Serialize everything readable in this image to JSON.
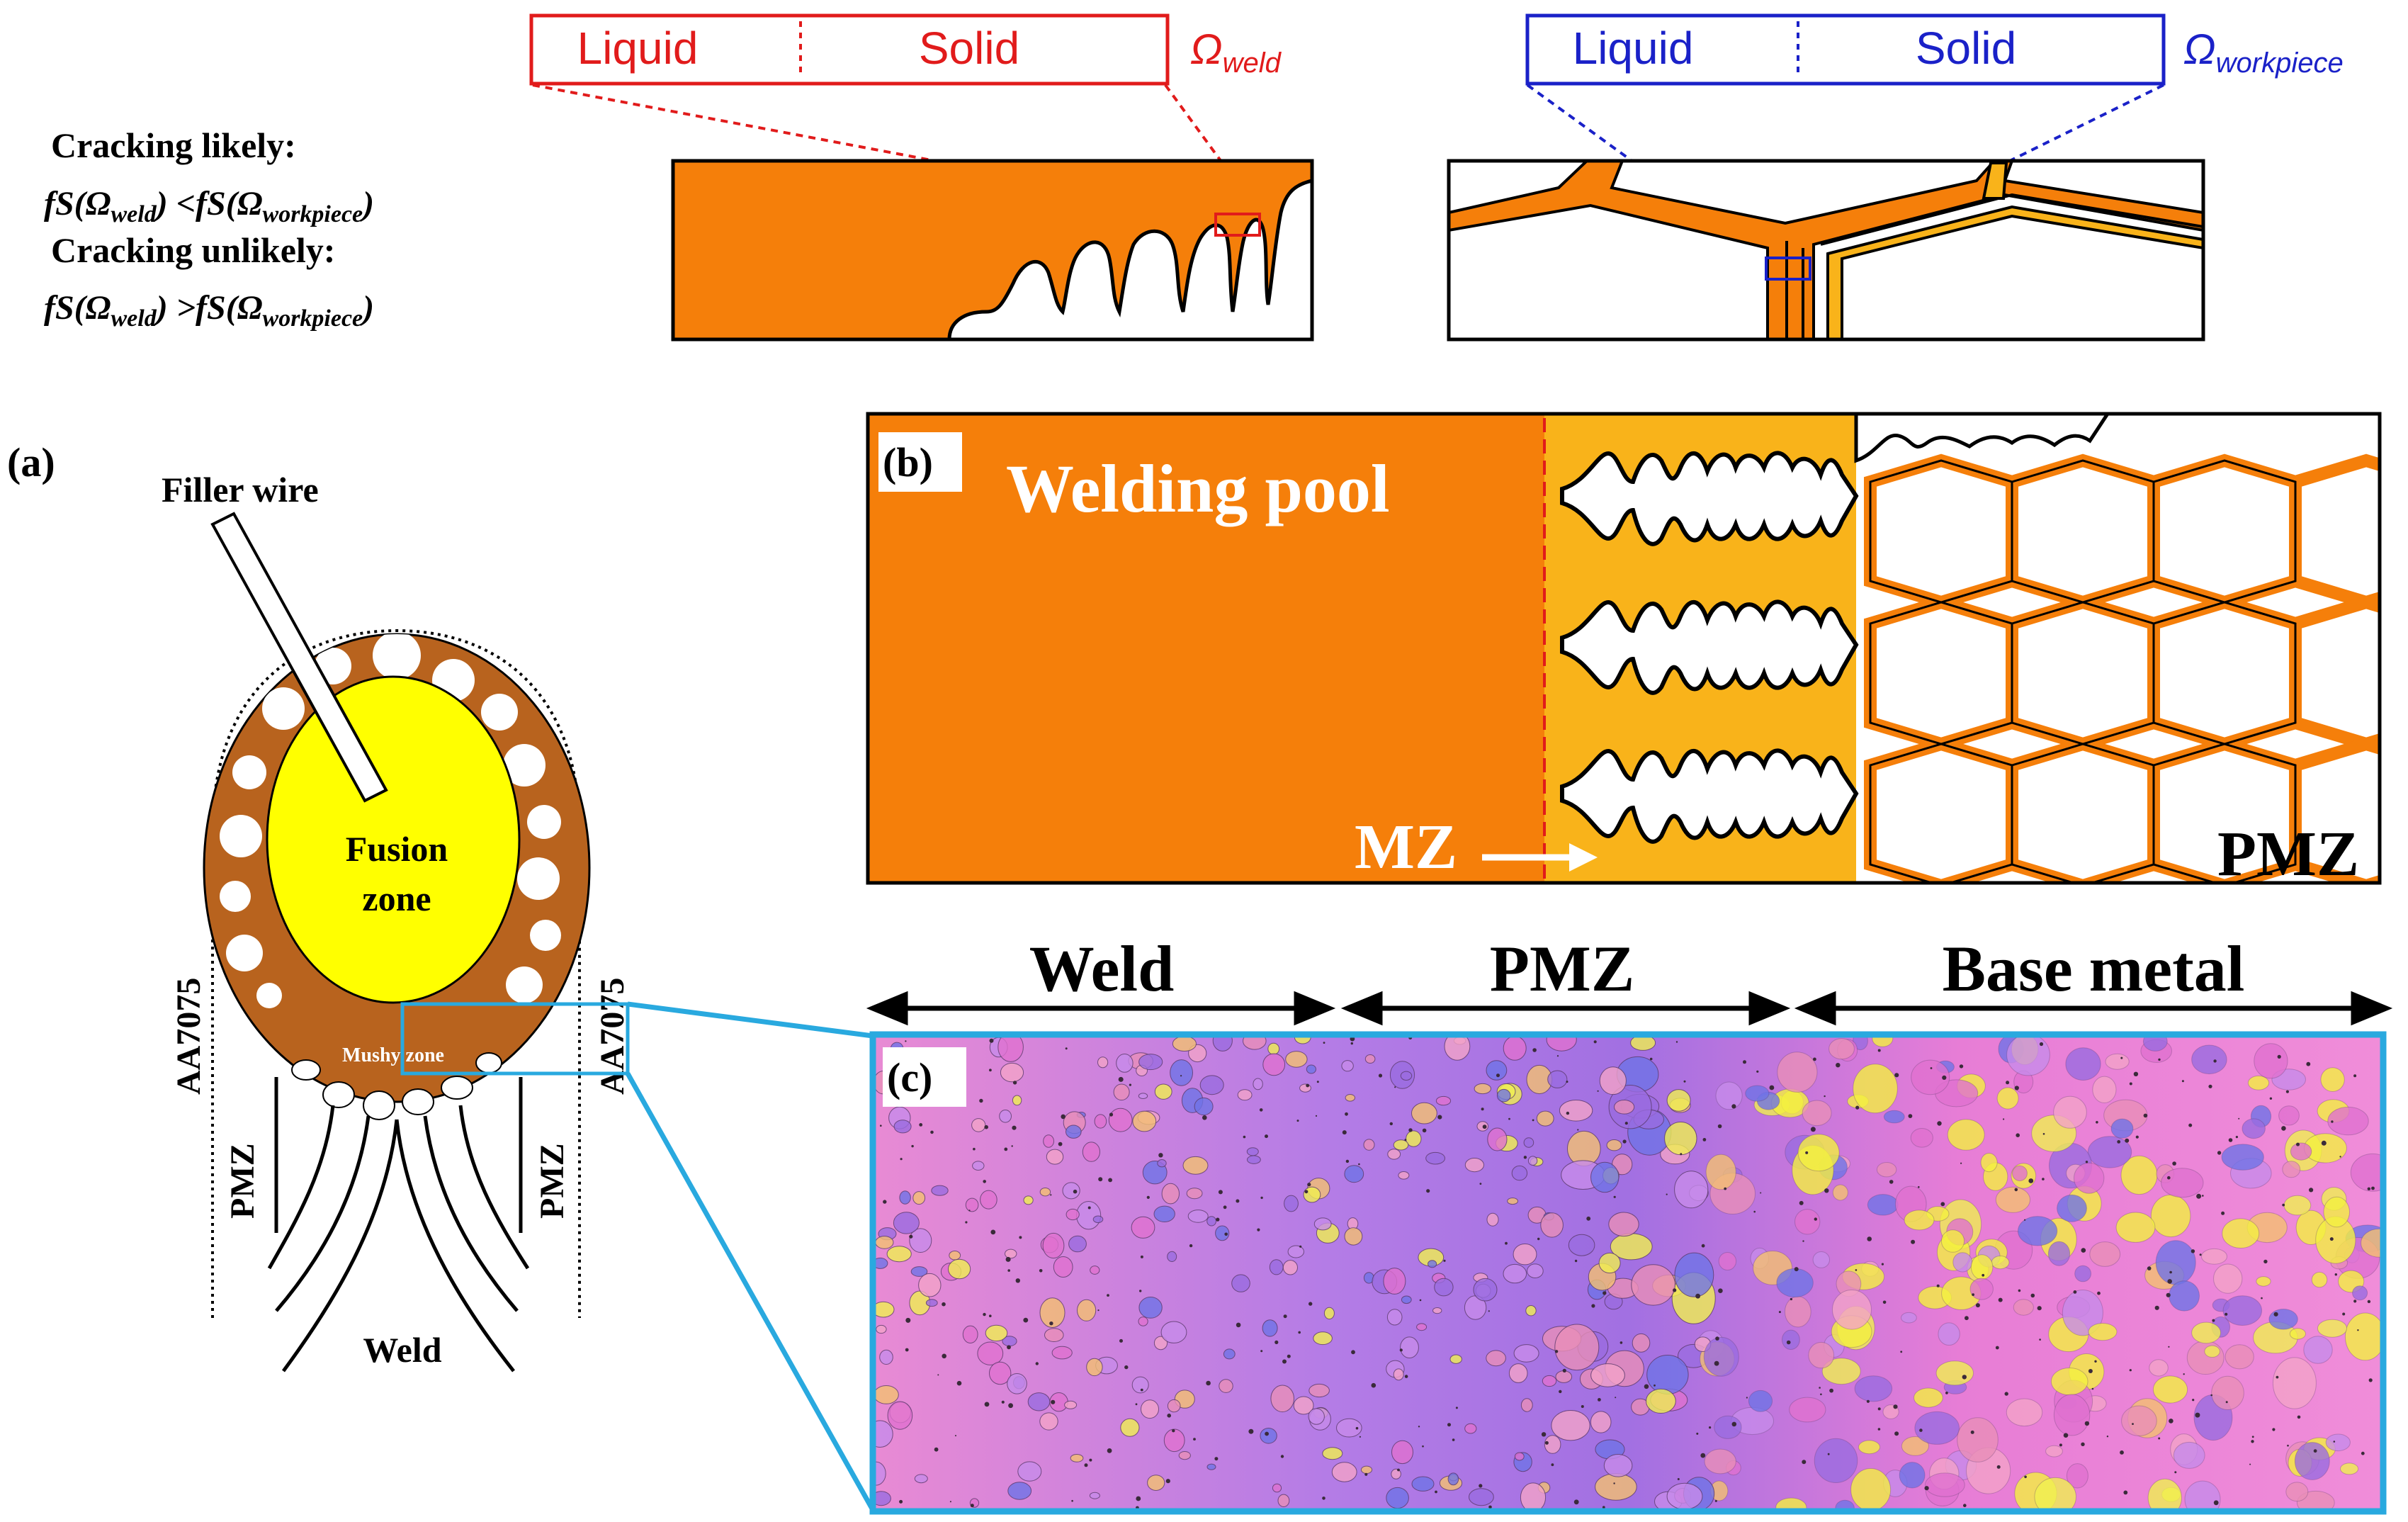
{
  "colors": {
    "weld_orange": "#F57F0A",
    "mushy_orange": "#F9B31A",
    "fusion_yellow": "#FFFF00",
    "mushy_brown": "#B8631E",
    "weld_box_red": "#E11B1B",
    "workpiece_box_blue": "#1A21C8",
    "micrograph_frame": "#29A9DF",
    "pmz_text": "#000000"
  },
  "top_left_conditions": {
    "likely_heading": "Cracking likely:",
    "likely_expr": {
      "lhs": "fS(Ω",
      "lhs_sub": "weld",
      "op": ") <fS(Ω",
      "rhs_sub": "workpiece",
      "close": ")"
    },
    "unlikely_heading": "Cracking unlikely:",
    "unlikely_expr": {
      "lhs": "fS(Ω",
      "lhs_sub": "weld",
      "op": ") >fS(Ω",
      "rhs_sub": "workpiece",
      "close": ")"
    }
  },
  "weld_box": {
    "liquid": "Liquid",
    "solid": "Solid",
    "omega": "Ω",
    "omega_sub": "weld"
  },
  "workpiece_box": {
    "liquid": "Liquid",
    "solid": "Solid",
    "omega": "Ω",
    "omega_sub": "workpiece"
  },
  "panel_a": {
    "tag": "(a)",
    "filler_wire": "Filler wire",
    "fusion_zone_line1": "Fusion",
    "fusion_zone_line2": "zone",
    "mushy_zone": "Mushy zone",
    "aa_left": "AA7075",
    "aa_right": "AA7075",
    "pmz_left": "PMZ",
    "pmz_right": "PMZ",
    "weld": "Weld"
  },
  "panel_b": {
    "tag": "(b)",
    "welding_pool": "Welding pool",
    "mz": "MZ",
    "pmz": "PMZ"
  },
  "region_labels": {
    "weld": "Weld",
    "pmz": "PMZ",
    "base_metal": "Base metal"
  },
  "panel_c": {
    "tag": "(c)"
  }
}
